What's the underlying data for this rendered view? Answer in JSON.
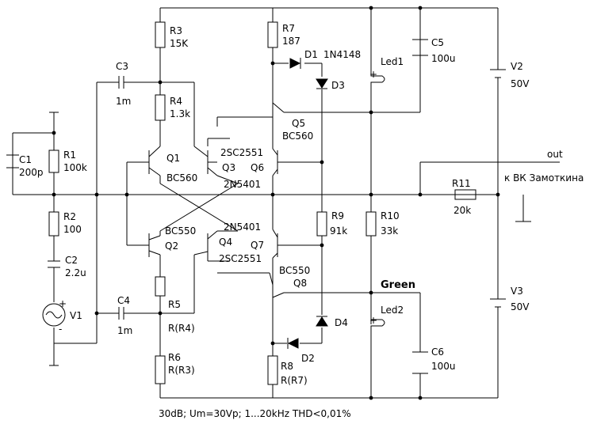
{
  "components": {
    "R1": {
      "ref": "R1",
      "value": "100k"
    },
    "R2": {
      "ref": "R2",
      "value": "100"
    },
    "R3": {
      "ref": "R3",
      "value": "15K"
    },
    "R4": {
      "ref": "R4",
      "value": "1.3k"
    },
    "R5": {
      "ref": "R5",
      "value": "R(R4)"
    },
    "R6": {
      "ref": "R6",
      "value": "R(R3)"
    },
    "R7": {
      "ref": "R7",
      "value": "187"
    },
    "R8": {
      "ref": "R8",
      "value": "R(R7)"
    },
    "R9": {
      "ref": "R9",
      "value": "91k"
    },
    "R10": {
      "ref": "R10",
      "value": "33k"
    },
    "R11": {
      "ref": "R11",
      "value": "20k"
    },
    "C1": {
      "ref": "C1",
      "value": "200p"
    },
    "C2": {
      "ref": "C2",
      "value": "2.2u"
    },
    "C3": {
      "ref": "C3",
      "value": "1m"
    },
    "C4": {
      "ref": "C4",
      "value": "1m"
    },
    "C5": {
      "ref": "C5",
      "value": "100u"
    },
    "C6": {
      "ref": "C6",
      "value": "100u"
    },
    "D1": {
      "ref": "D1",
      "value": "1N4148"
    },
    "D2": {
      "ref": "D2"
    },
    "D3": {
      "ref": "D3"
    },
    "D4": {
      "ref": "D4"
    },
    "Q1": {
      "ref": "Q1",
      "type": "BC560"
    },
    "Q2": {
      "ref": "Q2",
      "type": "BC550"
    },
    "Q3": {
      "ref": "Q3",
      "type": "2SC2551"
    },
    "Q4": {
      "ref": "Q4",
      "type": "2SC2551"
    },
    "Q3b": {
      "type": "2N5401"
    },
    "Q4b": {
      "type": "2N5401"
    },
    "Q5": {
      "ref": "Q5",
      "type": "BC560"
    },
    "Q6": {
      "ref": "Q6"
    },
    "Q7": {
      "ref": "Q7"
    },
    "Q8": {
      "ref": "Q8",
      "type": "BC550"
    },
    "V1": {
      "ref": "V1"
    },
    "V2": {
      "ref": "V2",
      "value": "50V"
    },
    "V3": {
      "ref": "V3",
      "value": "50V"
    },
    "Led1": {
      "ref": "Led1"
    },
    "Led2": {
      "ref": "Led2",
      "color": "Green"
    }
  },
  "output": {
    "label": "out",
    "note": "к ВК Замоткина"
  },
  "polarity": {
    "plus": "+",
    "minus": "-"
  },
  "footer": "30dB;  Um=30Vp; 1...20kHz THD<0,01%"
}
